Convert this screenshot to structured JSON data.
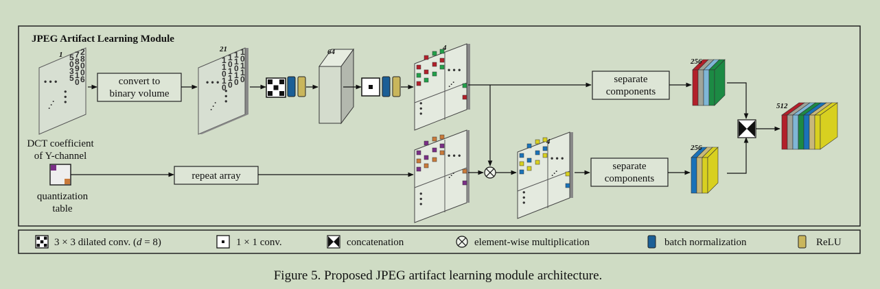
{
  "module_title": "JPEG Artifact Learning Module",
  "input_dct": {
    "label_line1": "DCT coefficient",
    "label_line2": "of Y-channel",
    "channels": "1",
    "digits": [
      "2",
      "8",
      "0",
      "0",
      "6",
      "7",
      "8",
      "9",
      "1",
      "0",
      "5",
      "0",
      "3",
      "5"
    ]
  },
  "quant_table": {
    "label_line1": "quantization",
    "label_line2": "table",
    "colors": [
      "#7a2f86",
      "#c97a3a"
    ]
  },
  "binary_volume": {
    "channels": "21",
    "digits": [
      "1",
      "0",
      "1",
      "1",
      "0",
      "1",
      "1",
      "0",
      "1",
      "0",
      "1",
      "0",
      "1",
      "1",
      "0",
      "1",
      "1",
      "0",
      "1",
      "0",
      "0"
    ]
  },
  "boxes": {
    "convert_line1": "convert to",
    "convert_line2": "binary volume",
    "repeat": "repeat array",
    "separate_top_line1": "separate",
    "separate_top_line2": "components",
    "separate_bottom_line1": "separate",
    "separate_bottom_line2": "components"
  },
  "features": {
    "after_dilated": "64",
    "top_grid": "4",
    "bottom_grid": "4",
    "top_stack": "256",
    "bottom_stack": "256",
    "concat_stack": "512"
  },
  "colors": {
    "batch_norm": "#1b5f96",
    "relu": "#c9b65c",
    "top_grid_marks": [
      "#b2202a",
      "#22a04a"
    ],
    "bottom_grid_marks": [
      "#1a72b8",
      "#d8d020"
    ],
    "top_stack": [
      "#b2202a",
      "#9fa49a",
      "#7fb6d6",
      "#1c8a44"
    ],
    "bottom_stack": [
      "#1a72b8",
      "#c8b87a",
      "#d8d020"
    ],
    "concat_stack": [
      "#b2202a",
      "#9fa49a",
      "#7fb6d6",
      "#1c8a44",
      "#1a72b8",
      "#c8b87a",
      "#d8d020"
    ]
  },
  "legend": [
    {
      "icon": "dilated-conv-icon",
      "label_pre": "3 × 3 dilated conv. (",
      "label_italic": "d",
      "label_post": " = 8)"
    },
    {
      "icon": "pointwise-conv-icon",
      "label": "1 × 1 conv."
    },
    {
      "icon": "concatenation-icon",
      "label": "concatenation"
    },
    {
      "icon": "multiplication-icon",
      "label": "element-wise multiplication"
    },
    {
      "icon": "batch-norm-icon",
      "label": "batch normalization"
    },
    {
      "icon": "relu-icon",
      "label": "ReLU"
    }
  ],
  "caption": "Figure 5. Proposed JPEG artifact learning module architecture."
}
